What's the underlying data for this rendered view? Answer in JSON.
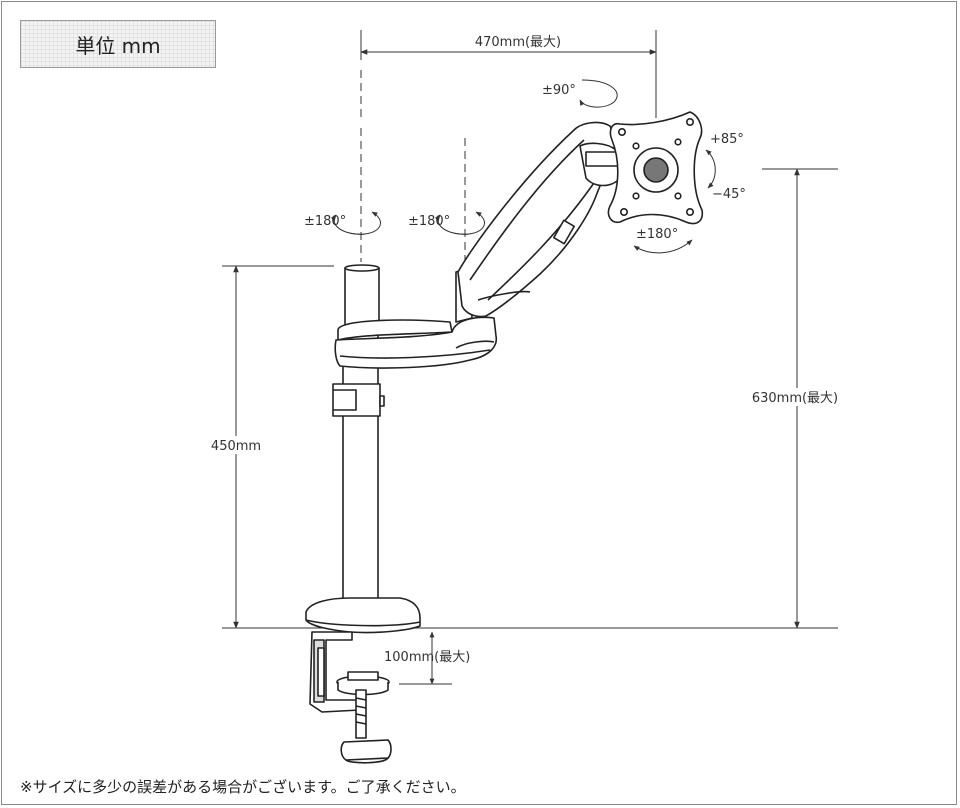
{
  "unit_label": "単位 mm",
  "dimensions": {
    "arm_reach": "470mm(最大)",
    "pole_height": "450mm",
    "max_height": "630mm(最大)",
    "clamp_thickness": "100mm(最大)"
  },
  "rotations": {
    "pole_joint": "±180°",
    "elbow_joint": "±180°",
    "vesa_swivel": "±90°",
    "vesa_rotate": "±180°",
    "tilt_up": "+85°",
    "tilt_down": "−45°"
  },
  "footnote": "※サイズに多少の誤差がある場合がございます。ご了承ください。",
  "colors": {
    "line": "#333333",
    "text": "#333333",
    "frame": "#8a8a8a"
  }
}
